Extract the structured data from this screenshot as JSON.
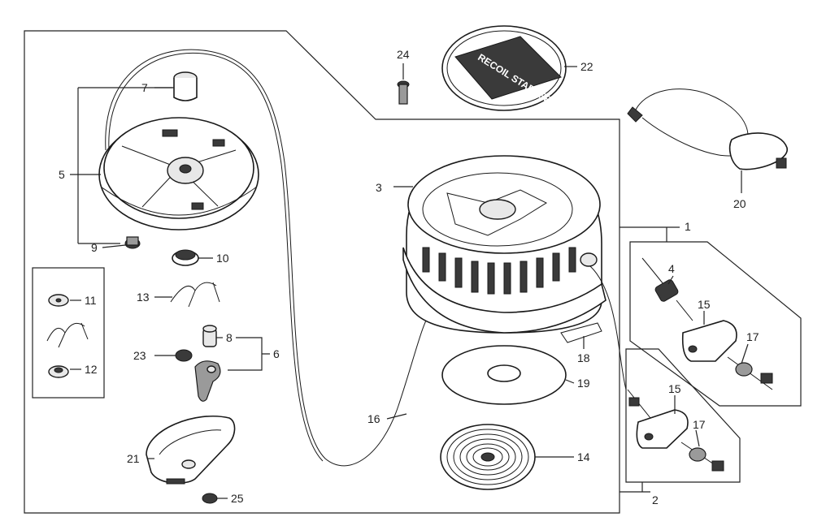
{
  "labels": {
    "p1": "1",
    "p2": "2",
    "p3": "3",
    "p4": "4",
    "p5": "5",
    "p6": "6",
    "p7": "7",
    "p8": "8",
    "p9": "9",
    "p10": "10",
    "p11": "11",
    "p12": "12",
    "p13": "13",
    "p14": "14",
    "p15a": "15",
    "p15b": "15",
    "p16": "16",
    "p17a": "17",
    "p17b": "17",
    "p18": "18",
    "p19": "19",
    "p20": "20",
    "p21": "21",
    "p22": "22",
    "p23": "23",
    "p24": "24",
    "p25": "25"
  },
  "cover_text": "RECOIL STARTER",
  "colors": {
    "line": "#222222",
    "fill_dark": "#3a3a3a",
    "fill_mid": "#9a9a9a",
    "paper": "#ffffff"
  }
}
